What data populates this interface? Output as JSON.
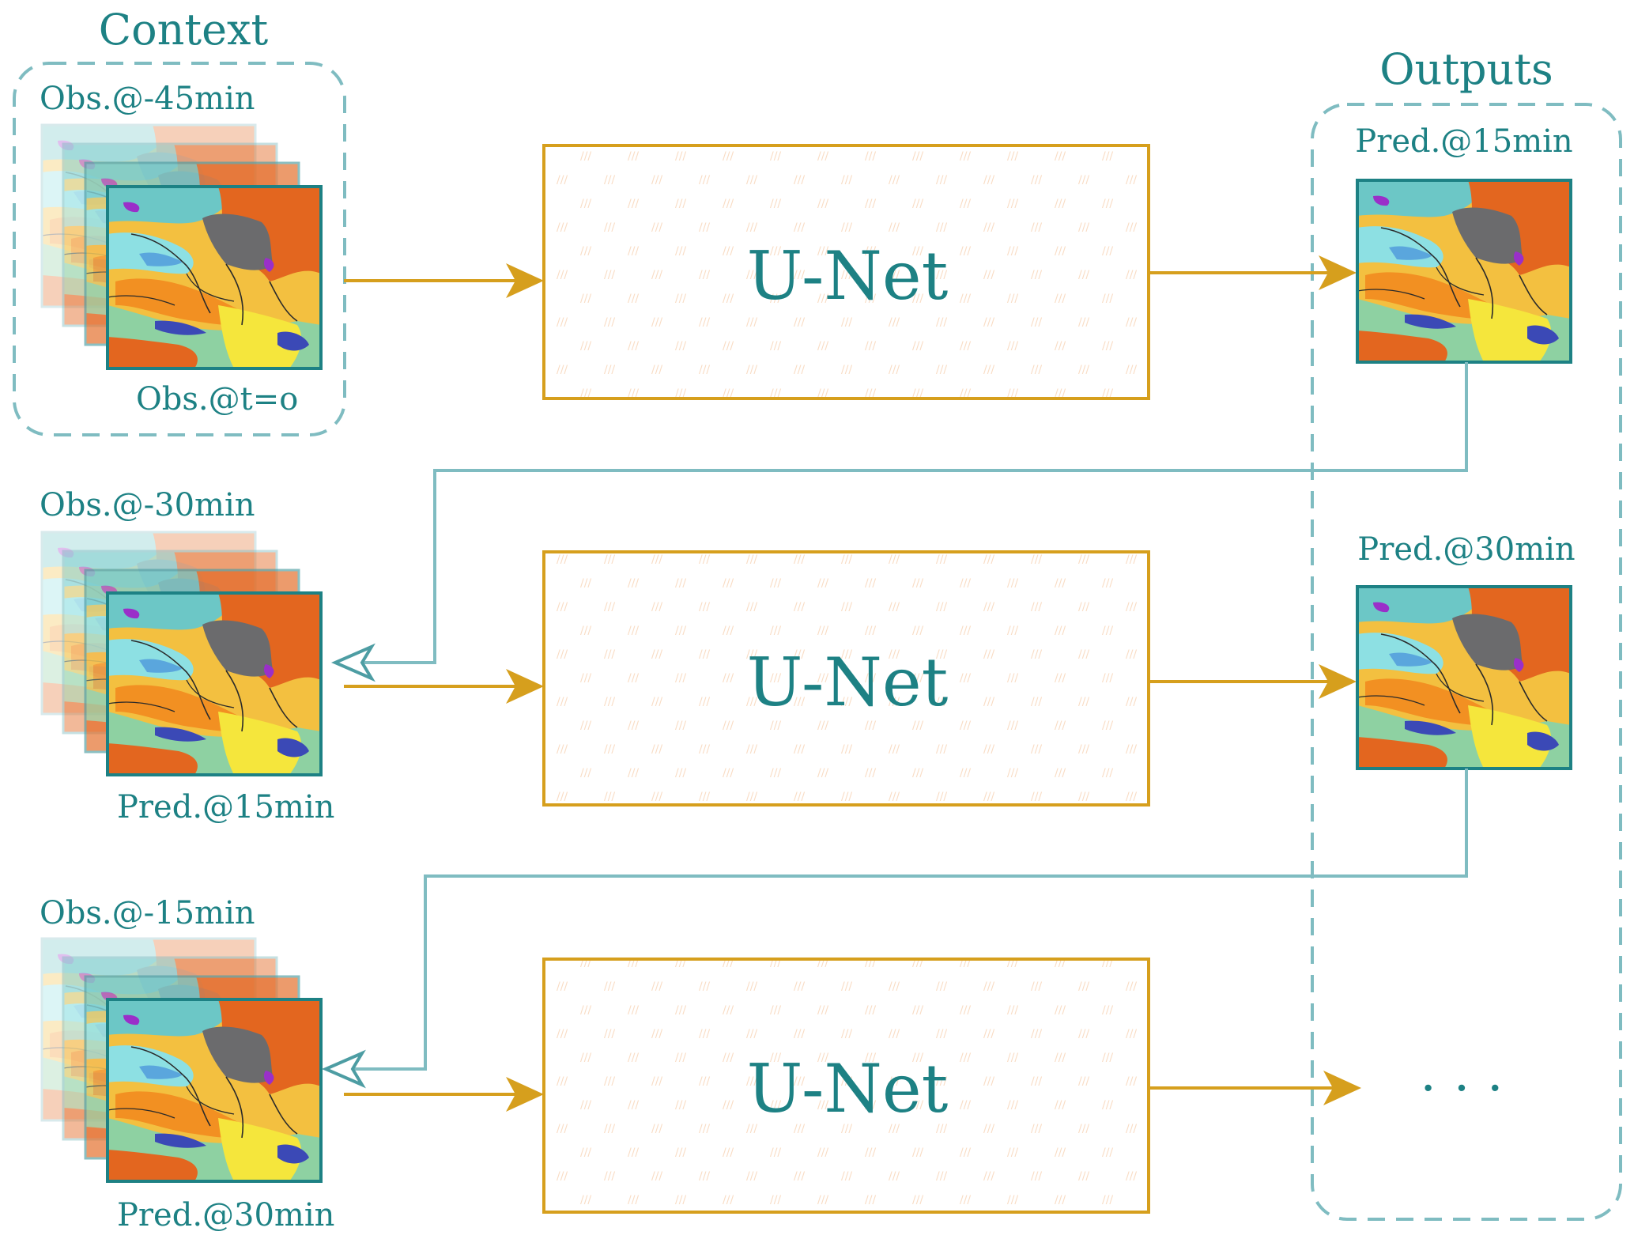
{
  "colors": {
    "teal": "#1d8184",
    "light_teal": "#7fbcc1",
    "orange": "#d69f1d",
    "hatch": "#f9dcc3"
  },
  "context_title": "Context",
  "outputs_title": "Outputs",
  "unet_label": "U-Net",
  "ellipsis": "···",
  "rows": [
    {
      "top_label": "Obs.@-45min",
      "bottom_label": "Obs.@t=o",
      "output_label": "Pred.@15min"
    },
    {
      "top_label": "Obs.@-30min",
      "bottom_label": "Pred.@15min",
      "output_label": "Pred.@30min"
    },
    {
      "top_label": "Obs.@-15min",
      "bottom_label": "Pred.@30min",
      "output_label": ""
    }
  ]
}
